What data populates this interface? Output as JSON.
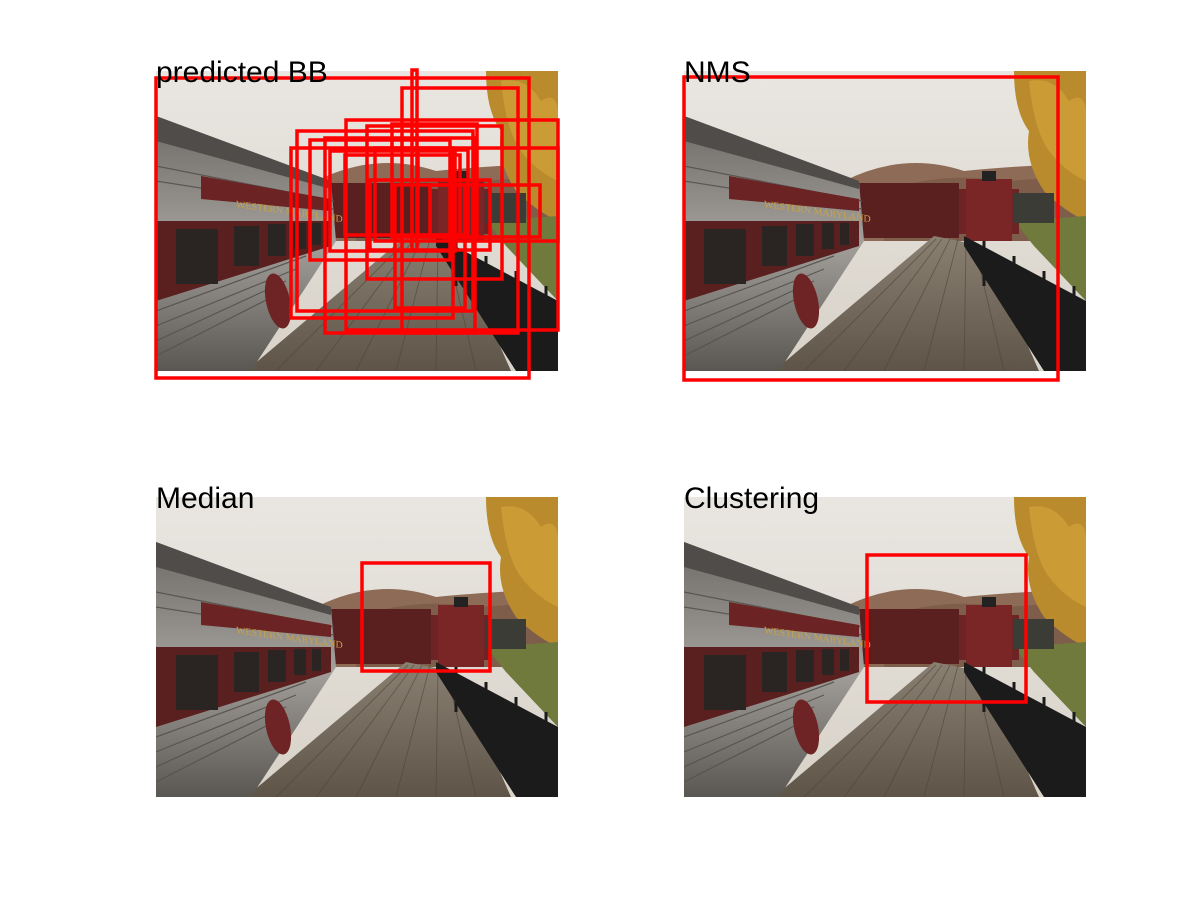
{
  "figure": {
    "panels": [
      {
        "title": "predicted BB"
      },
      {
        "title": "NMS"
      },
      {
        "title": "Median"
      },
      {
        "title": "Clustering"
      }
    ]
  },
  "colors": {
    "box_color": "#ff0000",
    "sky": "#e3ded6",
    "train_silver": "#8d8a86",
    "train_red": "#6e2424",
    "platform": "#6f6457",
    "foliage": "#b98b2c",
    "fence": "#1b1b1b"
  }
}
